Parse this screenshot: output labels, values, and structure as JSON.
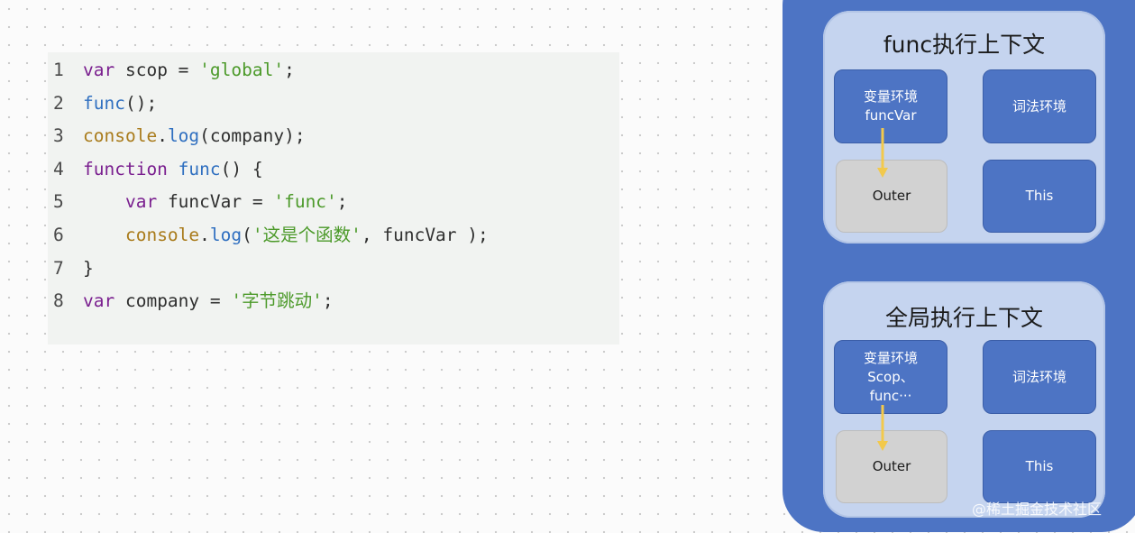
{
  "code": {
    "lines": [
      {
        "n": "1",
        "t": [
          {
            "c": "kw",
            "s": "var"
          },
          {
            "c": "pl",
            "s": " scop = "
          },
          {
            "c": "str",
            "s": "'global'"
          },
          {
            "c": "pl",
            "s": ";"
          }
        ]
      },
      {
        "n": "2",
        "t": [
          {
            "c": "fn",
            "s": "func"
          },
          {
            "c": "pl",
            "s": "();"
          }
        ]
      },
      {
        "n": "3",
        "t": [
          {
            "c": "obj",
            "s": "console"
          },
          {
            "c": "pl",
            "s": "."
          },
          {
            "c": "fn",
            "s": "log"
          },
          {
            "c": "pl",
            "s": "(company);"
          }
        ]
      },
      {
        "n": "4",
        "t": [
          {
            "c": "kw",
            "s": "function"
          },
          {
            "c": "pl",
            "s": " "
          },
          {
            "c": "fn",
            "s": "func"
          },
          {
            "c": "pl",
            "s": "() {"
          }
        ]
      },
      {
        "n": "5",
        "t": [
          {
            "c": "pl",
            "s": "    "
          },
          {
            "c": "kw",
            "s": "var"
          },
          {
            "c": "pl",
            "s": " funcVar = "
          },
          {
            "c": "str",
            "s": "'func'"
          },
          {
            "c": "pl",
            "s": ";"
          }
        ]
      },
      {
        "n": "6",
        "t": [
          {
            "c": "pl",
            "s": "    "
          },
          {
            "c": "obj",
            "s": "console"
          },
          {
            "c": "pl",
            "s": "."
          },
          {
            "c": "fn",
            "s": "log"
          },
          {
            "c": "pl",
            "s": "("
          },
          {
            "c": "str",
            "s": "'这是个函数'"
          },
          {
            "c": "pl",
            "s": ", funcVar );"
          }
        ]
      },
      {
        "n": "7",
        "t": [
          {
            "c": "pl",
            "s": "}"
          }
        ]
      },
      {
        "n": "8",
        "t": [
          {
            "c": "kw",
            "s": "var"
          },
          {
            "c": "pl",
            "s": " company = "
          },
          {
            "c": "str",
            "s": "'字节跳动'"
          },
          {
            "c": "pl",
            "s": ";"
          }
        ]
      }
    ]
  },
  "func_context": {
    "title": "func执行上下文",
    "variable_env": {
      "label": "变量环境",
      "content": "funcVar"
    },
    "lexical_env": {
      "label": "词法环境"
    },
    "outer": {
      "label": "Outer"
    },
    "this": {
      "label": "This"
    }
  },
  "global_context": {
    "title": "全局执行上下文",
    "variable_env": {
      "label": "变量环境",
      "content_1": "Scop、",
      "content_2": "func···"
    },
    "lexical_env": {
      "label": "词法环境"
    },
    "outer": {
      "label": "Outer"
    },
    "this": {
      "label": "This"
    }
  },
  "watermark": "@稀土掘金技术社区",
  "colors": {
    "panel_blue": "#4d74c4",
    "context_bg": "#c5d4ef",
    "outer_grey": "#d2d2d2",
    "arrow_yellow": "#f2c94c",
    "keyword": "#7a1f8f",
    "function": "#2f6fc0",
    "string": "#4c9a2a",
    "object": "#a97b1b"
  }
}
